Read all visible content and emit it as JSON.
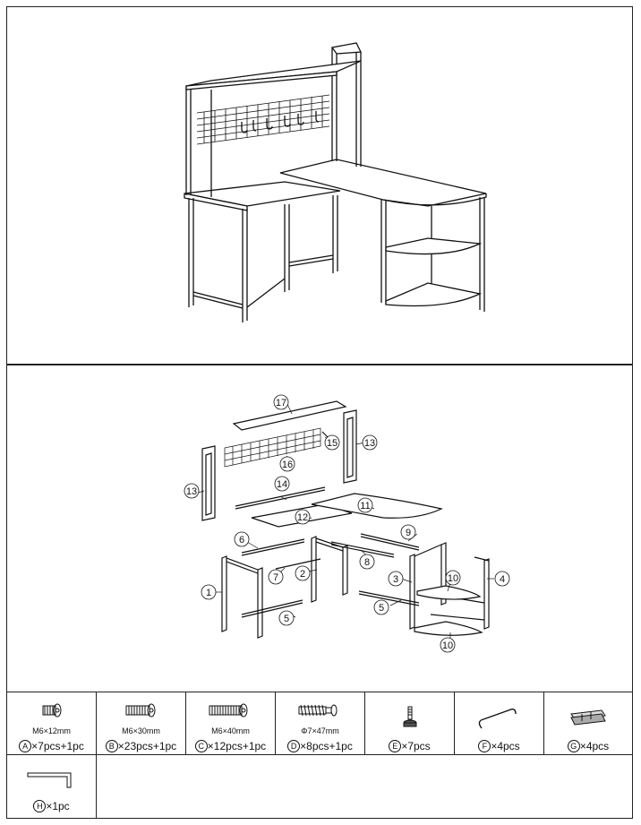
{
  "page": {
    "background": "#ffffff",
    "line_color": "#111111"
  },
  "exploded_view": {
    "callouts": [
      "1",
      "2",
      "3",
      "4",
      "5",
      "5",
      "6",
      "7",
      "8",
      "9",
      "10",
      "10",
      "11",
      "12",
      "13",
      "13",
      "14",
      "15",
      "16",
      "17"
    ]
  },
  "hardware": [
    {
      "id": "A",
      "size": "M6×12mm",
      "qty": "×7pcs+1pc",
      "icon": "bolt-short-icon"
    },
    {
      "id": "B",
      "size": "M6×30mm",
      "qty": "×23pcs+1pc",
      "icon": "bolt-medium-icon"
    },
    {
      "id": "C",
      "size": "M6×40mm",
      "qty": "×12pcs+1pc",
      "icon": "bolt-long-icon"
    },
    {
      "id": "D",
      "size": "Φ7×47mm",
      "qty": "×8pcs+1pc",
      "icon": "cam-screw-icon"
    },
    {
      "id": "E",
      "size": "",
      "qty": "×7pcs",
      "icon": "leveling-foot-icon"
    },
    {
      "id": "F",
      "size": "",
      "qty": "×4pcs",
      "icon": "s-hook-icon"
    },
    {
      "id": "G",
      "size": "",
      "qty": "×4pcs",
      "icon": "clip-icon"
    },
    {
      "id": "H",
      "size": "",
      "qty": "×1pc",
      "icon": "allen-key-icon"
    }
  ]
}
